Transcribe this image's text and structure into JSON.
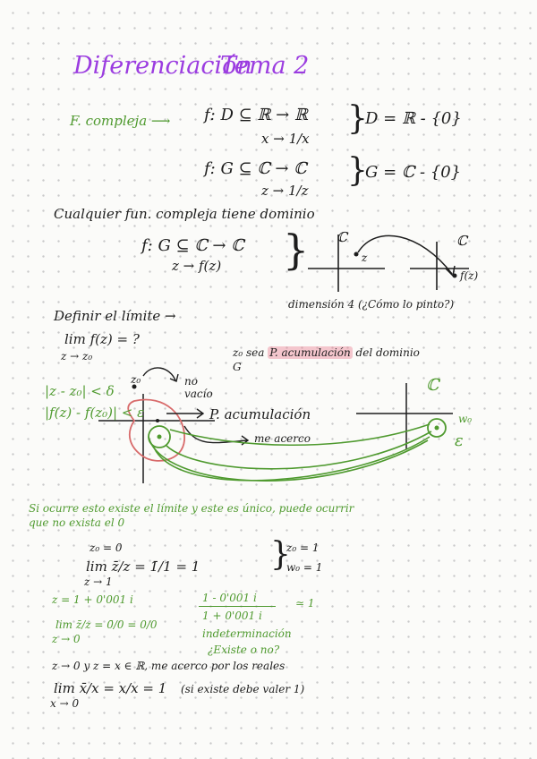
{
  "header": {
    "title": "Diferenciación",
    "subtitle": "Tema 2"
  },
  "complex_function": {
    "label": "F. compleja",
    "real_line1": "f: D ⊆ ℝ → ℝ",
    "real_line2": "x → 1/x",
    "real_domain": "D = ℝ - {0}",
    "complex_line1": "f: G ⊆ ℂ → ℂ",
    "complex_line2": "z → 1/z",
    "complex_domain": "G = ℂ - {0}"
  },
  "domain_note": "Cualquier fun. compleja tiene dominio",
  "mapping": {
    "line1": "f: G ⊆ ℂ → ℂ",
    "line2": "z → f(z)",
    "plane_label_left": "ℂ",
    "plane_label_right": "ℂ",
    "point_z": "z",
    "point_fz": "f(z)",
    "dimension_note": "dimensión 4 (¿Cómo lo pinto?)"
  },
  "limit_definition": {
    "heading": "Definir el límite →",
    "limit_expr": "lim f(z) = ?",
    "limit_sub": "z → z₀",
    "accumulation_note_pre": "z₀ sea",
    "accumulation_highlight": "P. acumulación",
    "accumulation_note_post": "del dominio",
    "accumulation_set": "G"
  },
  "sketch": {
    "ineq1": "|z - z₀| < δ",
    "ineq2": "|f(z) - f(z₀)| < ε",
    "z0_label": "z₀",
    "not_empty_1": "no",
    "not_empty_2": "vacío",
    "acc_point": "P. acumulación",
    "approach": "me acerco",
    "plane_label": "ℂ",
    "w0_label": "w₀",
    "epsilon_label": "ε"
  },
  "conclusion": {
    "line1": "Si ocurre esto existe el límite y este es único, puede ocurrir",
    "line2": "que no exista el 0"
  },
  "example": {
    "z0_eq": "z₀ = 0",
    "lim_expr": "lim z̄/z  =  1̄/1  = 1",
    "lim_sub": "z → 1",
    "brace_line1": "z₀ = 1",
    "brace_line2": "w₀ = 1",
    "green_line1_left": "z = 1 + 0'001 i",
    "green_frac_num": "1 - 0'001 i",
    "green_frac_den": "1 + 0'001 i",
    "green_approx": "≃ 1",
    "green_lim": "lim z̄/z = 0̄/0 = 0/0",
    "green_lim_sub": "z → 0",
    "indeterminate": "indeterminación",
    "question": "¿Existe o no?",
    "approach_reals": "z → 0  y  z = x ∈ ℝ, me acerco por los reales",
    "final_lim": "lim x̄/x = x/x = 1",
    "final_lim_sub": "x → 0",
    "final_note": "(si existe debe valer 1)"
  },
  "colors": {
    "ink": "#1d1d1d",
    "purple": "#9b3ce0",
    "green": "#4f9a2f",
    "red": "#d86b6b",
    "highlight": "#ec8696"
  }
}
